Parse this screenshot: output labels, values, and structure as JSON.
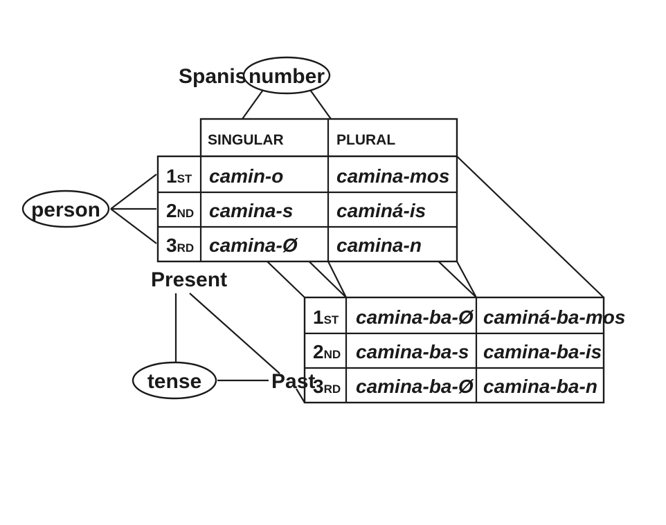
{
  "language_label": "Spanish",
  "dimensions": {
    "number": "number",
    "person": "person",
    "tense": "tense"
  },
  "tense_values": {
    "present": "Present",
    "past": "Past"
  },
  "number_headers": [
    "SINGULAR",
    "PLURAL"
  ],
  "persons": [
    {
      "num": "1",
      "suffix": "ST"
    },
    {
      "num": "2",
      "suffix": "ND"
    },
    {
      "num": "3",
      "suffix": "RD"
    }
  ],
  "present_table": [
    [
      "camin-o",
      "camina-mos"
    ],
    [
      "camina-s",
      "caminá-is"
    ],
    [
      "camina-Ø",
      "camina-n"
    ]
  ],
  "past_table": [
    [
      "camina-ba-Ø",
      "caminá-ba-mos"
    ],
    [
      "camina-ba-s",
      "camina-ba-is"
    ],
    [
      "camina-ba-Ø",
      "camina-ba-n"
    ]
  ]
}
